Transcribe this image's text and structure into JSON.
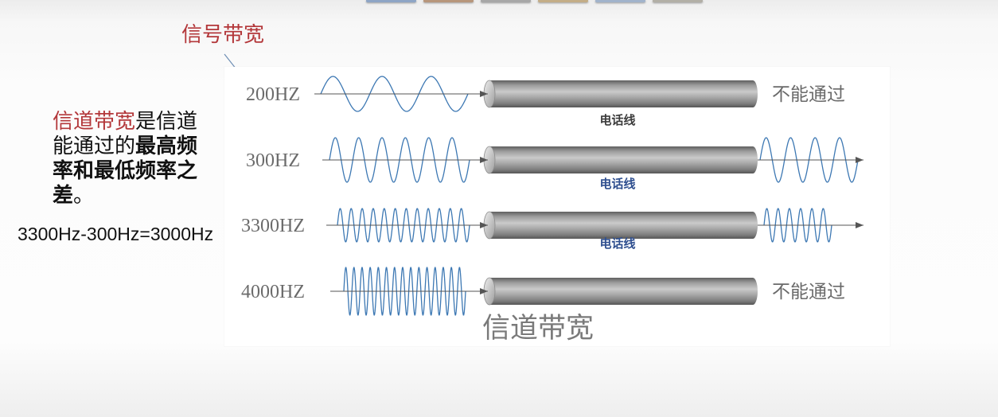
{
  "slide": {
    "header_strip": {
      "colors": [
        "#8ea5c5",
        "#b7967b",
        "#a7a7a7",
        "#c3ad87",
        "#a1b3cb",
        "#b2afa6"
      ]
    },
    "signal_bandwidth_label": "信号带宽",
    "signal_label_color": "#b3373a",
    "definition": {
      "lines": [
        [
          {
            "text": "信道带宽",
            "bold": false,
            "color": "#b3373a"
          },
          {
            "text": "是信道",
            "bold": false
          }
        ],
        [
          {
            "text": "能通过的",
            "bold": false
          },
          {
            "text": "最高频",
            "bold": true
          }
        ],
        [
          {
            "text": "率和最低频率之",
            "bold": true
          }
        ],
        [
          {
            "text": "差",
            "bold": true
          },
          {
            "text": "。",
            "bold": false
          }
        ]
      ]
    },
    "formula": "3300Hz-300Hz=3000Hz"
  },
  "diagram": {
    "title": "信道带宽",
    "rows": [
      {
        "frequency": "200HZ",
        "line_label": "电话线",
        "line_label_color": "#3c3c3c",
        "result": "不能通过",
        "passes": false
      },
      {
        "frequency": "300HZ",
        "line_label": "电话线",
        "line_label_color": "#2f4f8f",
        "passes": true
      },
      {
        "frequency": "3300HZ",
        "line_label": "电话线",
        "line_label_color": "#2f4f8f",
        "passes": true
      },
      {
        "frequency": "4000HZ",
        "result": "不能通过",
        "passes": false
      }
    ],
    "colors": {
      "wave": "#3d78b3",
      "arrow": "#555555",
      "frequency_label": "#6b6b6b",
      "result_text": "#6a6a6a",
      "title": "#7a7a7a",
      "callout_arrow": "#6f8fb5"
    }
  }
}
